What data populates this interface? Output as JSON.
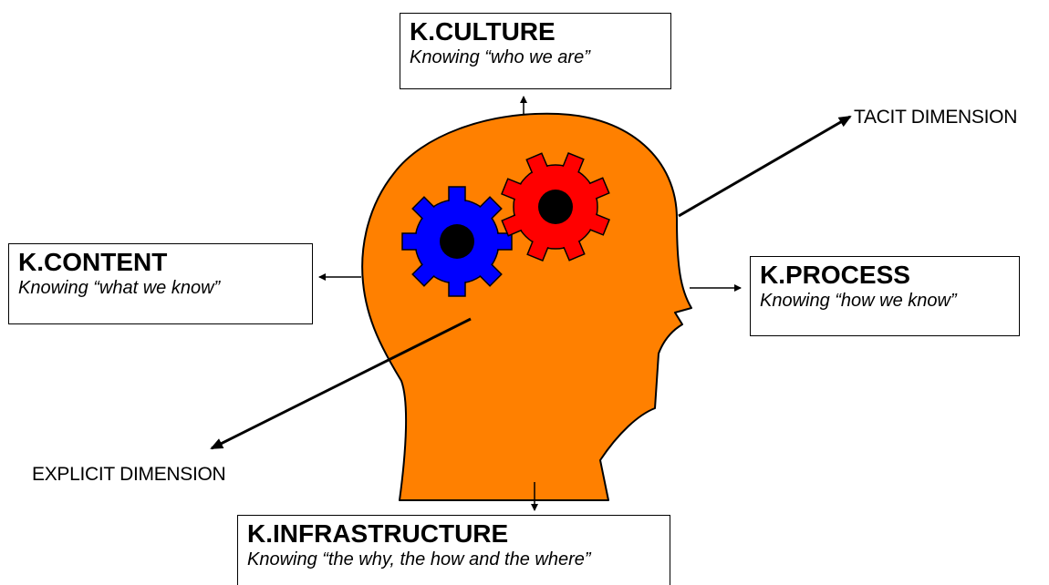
{
  "boxes": {
    "culture": {
      "title": "K.CULTURE",
      "subtitle": "Knowing “who we are”"
    },
    "content": {
      "title": "K.CONTENT",
      "subtitle": "Knowing “what we know”"
    },
    "process": {
      "title": "K.PROCESS",
      "subtitle": "Knowing “how we know”"
    },
    "infrastructure": {
      "title": "K.INFRASTRUCTURE",
      "subtitle": "Knowing “the why, the how and the where”"
    }
  },
  "dimensions": {
    "tacit": "TACIT DIMENSION",
    "explicit": "EXPLICIT DIMENSION"
  },
  "icons": {
    "head": "head-silhouette-icon",
    "gear_left": "blue-gear-icon",
    "gear_right": "red-gear-icon"
  },
  "colors": {
    "head_fill": "#FF8000",
    "gear_left": "#0000FF",
    "gear_right": "#FF0000",
    "gear_hub": "#000000",
    "line": "#000000"
  }
}
